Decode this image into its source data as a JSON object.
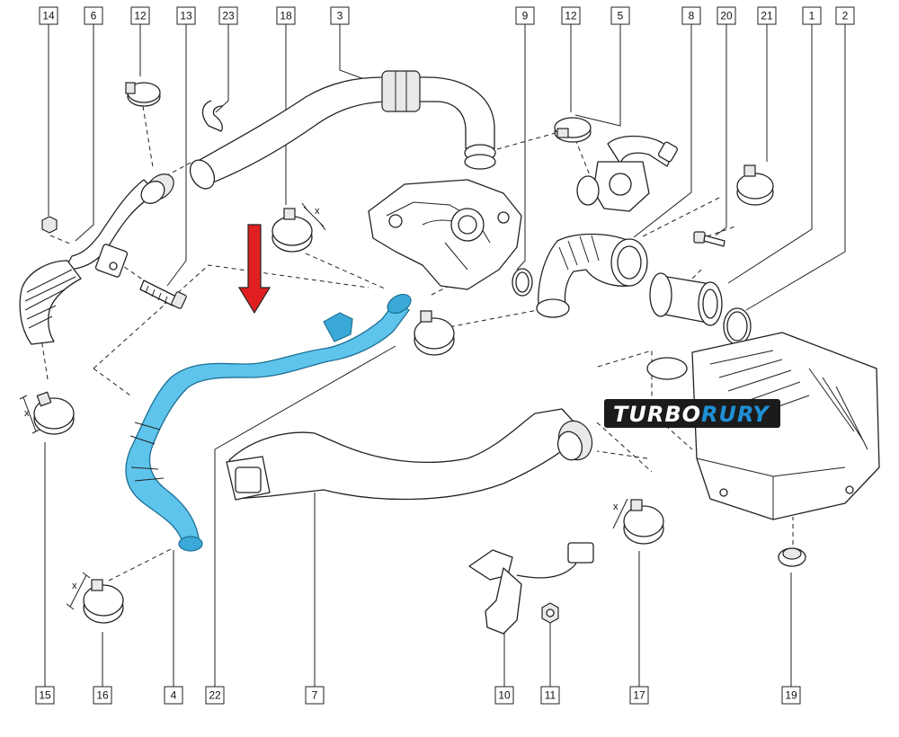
{
  "callouts_top": [
    "14",
    "6",
    "12",
    "13",
    "23",
    "18",
    "3",
    "9",
    "12",
    "5",
    "8",
    "20",
    "21",
    "1",
    "2"
  ],
  "callouts_bottom": [
    "15",
    "16",
    "4",
    "22",
    "7",
    "10",
    "11",
    "17",
    "19"
  ],
  "clamp_dimension_label": "x",
  "logo": {
    "part1": "TURBO",
    "part2": "RURY"
  },
  "colors": {
    "highlight": "#5ec4ec",
    "arrow": "#e02020",
    "logo_dark": "#1b1b1b",
    "logo_blue": "#1f8fd6"
  }
}
